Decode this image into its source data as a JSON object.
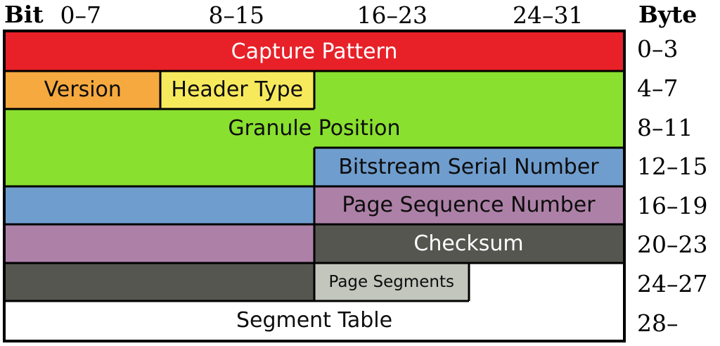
{
  "header": {
    "bit_label": "Bit",
    "byte_label": "Byte",
    "bit_ranges": [
      "0–7",
      "8–15",
      "16–23",
      "24–31"
    ]
  },
  "byte_rows": [
    "0–3",
    "4–7",
    "8–11",
    "12–15",
    "16–19",
    "20–23",
    "24–27",
    "28–"
  ],
  "fields": {
    "capture_pattern": "Capture Pattern",
    "version": "Version",
    "header_type": "Header Type",
    "granule_position": "Granule Position",
    "bitstream_serial_number": "Bitstream Serial Number",
    "page_sequence_number": "Page Sequence Number",
    "checksum": "Checksum",
    "page_segments": "Page Segments",
    "segment_table": "Segment Table"
  },
  "colors": {
    "capture_pattern": "#e82128",
    "version": "#f5a93e",
    "header_type": "#f7e95c",
    "granule_position": "#89e02f",
    "bitstream_serial_number": "#6f9dce",
    "page_sequence_number": "#ad81a7",
    "checksum": "#54564f",
    "page_segments": "#c3c6bd",
    "segment_table": "#ffffff",
    "border": "#000000"
  }
}
